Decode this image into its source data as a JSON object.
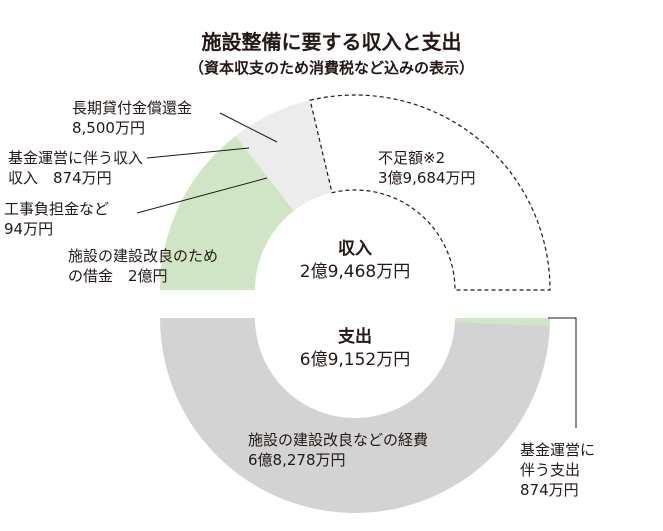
{
  "chart_data": {
    "type": "pie",
    "title": "施設整備に要する収入と支出",
    "subtitle": "（資本収支のため消費税など込みの表示）",
    "unit": "万円",
    "income": {
      "label": "収入",
      "total_text": "2億9,468万円",
      "slices": [
        {
          "name": "施設の建設改良のための借金",
          "value_text": "2億円",
          "value": 20000,
          "color": "#cfe5c6"
        },
        {
          "name": "工事負担金など",
          "value_text": "94万円",
          "value": 94,
          "color": "#cfe5c6"
        },
        {
          "name": "基金運営に伴う収入",
          "value_text": "874万円",
          "value": 874,
          "color": "#ececec"
        },
        {
          "name": "長期貸付金償還金",
          "value_text": "8,500万円",
          "value": 8500,
          "color": "#ececec"
        },
        {
          "name": "不足額※2",
          "value_text": "3億9,684万円",
          "value": 39684,
          "color": "#ffffff",
          "dashed": true
        }
      ]
    },
    "expenditure": {
      "label": "支出",
      "total_text": "6億9,152万円",
      "slices": [
        {
          "name": "基金運営に伴う支出",
          "value_text": "874万円",
          "value": 874,
          "color": "#cfe5c6"
        },
        {
          "name": "施設の建設改良などの経費",
          "value_text": "6億8,278万円",
          "value": 68278,
          "color": "#d3d3d3"
        }
      ]
    }
  }
}
